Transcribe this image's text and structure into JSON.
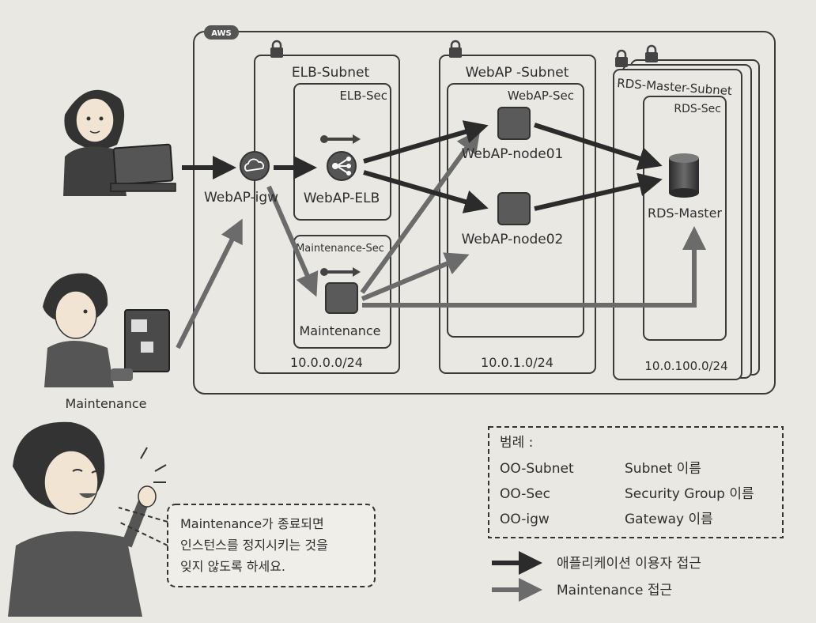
{
  "cloud": {
    "badge": "AWS"
  },
  "subnets": {
    "elb": {
      "title": "ELB-Subnet",
      "cidr": "10.0.0.0/24",
      "sec_elb": "ELB-Sec",
      "sec_maint": "Maintenance-Sec"
    },
    "webap": {
      "title": "WebAP -Subnet",
      "cidr": "10.0.1.0/24",
      "sec": "WebAP-Sec"
    },
    "rds": {
      "title": "RDS-Master-Subnet",
      "cidr": "10.0.100.0/24",
      "sec": "RDS-Sec"
    }
  },
  "nodes": {
    "igw": "WebAP-igw",
    "elb": "WebAP-ELB",
    "maintenance": "Maintenance",
    "node01": "WebAP-node01",
    "node02": "WebAP-node02",
    "rds": "RDS-Master"
  },
  "actors": {
    "maintenance_label": "Maintenance"
  },
  "speech_bubble": {
    "lines": [
      "Maintenance가 종료되면",
      "인스턴스를 정지시키는 것을",
      "잊지 않도록 하세요."
    ]
  },
  "legend": {
    "title": "범례 :",
    "rows": [
      {
        "term": "OO-Subnet",
        "meaning": "Subnet 이름"
      },
      {
        "term": "OO-Sec",
        "meaning": "Security Group 이름"
      },
      {
        "term": "OO-igw",
        "meaning": "Gateway 이름"
      }
    ],
    "arrows": [
      {
        "label": "애플리케이션 이용자 접근",
        "color": "#2b2b2b"
      },
      {
        "label": "Maintenance 접근",
        "color": "#6b6b6b"
      }
    ]
  },
  "colors": {
    "user_access": "#2b2b2b",
    "maintenance_access": "#6b6b6b",
    "frame": "#3a3a3a"
  }
}
